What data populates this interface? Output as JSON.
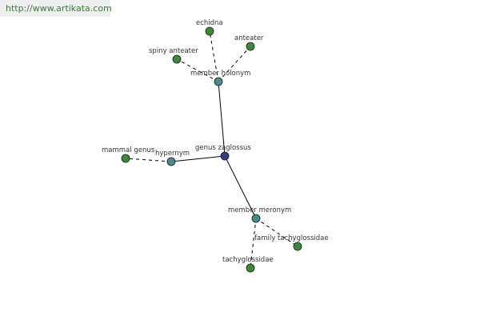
{
  "watermark": {
    "text": "http://www.artikata.com"
  },
  "colors": {
    "center": "#2f3f8a",
    "relation": "#4a8a8e",
    "leaf": "#3a8a3a"
  },
  "graph": {
    "center": {
      "id": "genus-zaglossus",
      "label": "genus zaglossus",
      "kind": "center"
    },
    "relations": [
      {
        "id": "member-holonym",
        "label": "member holonym",
        "kind": "relation"
      },
      {
        "id": "hypernym",
        "label": "hypernym",
        "kind": "relation"
      },
      {
        "id": "member-meronym",
        "label": "member meronym",
        "kind": "relation"
      }
    ],
    "leaves": [
      {
        "id": "echidna",
        "label": "echidna",
        "kind": "leaf",
        "parent": "member-holonym"
      },
      {
        "id": "anteater",
        "label": "anteater",
        "kind": "leaf",
        "parent": "member-holonym"
      },
      {
        "id": "spiny-anteater",
        "label": "spiny anteater",
        "kind": "leaf",
        "parent": "member-holonym"
      },
      {
        "id": "mammal-genus",
        "label": "mammal genus",
        "kind": "leaf",
        "parent": "hypernym"
      },
      {
        "id": "family-tachyglossidae",
        "label": "family tachyglossidae",
        "kind": "leaf",
        "parent": "member-meronym"
      },
      {
        "id": "tachyglossidae",
        "label": "tachyglossidae",
        "kind": "leaf",
        "parent": "member-meronym"
      }
    ]
  }
}
